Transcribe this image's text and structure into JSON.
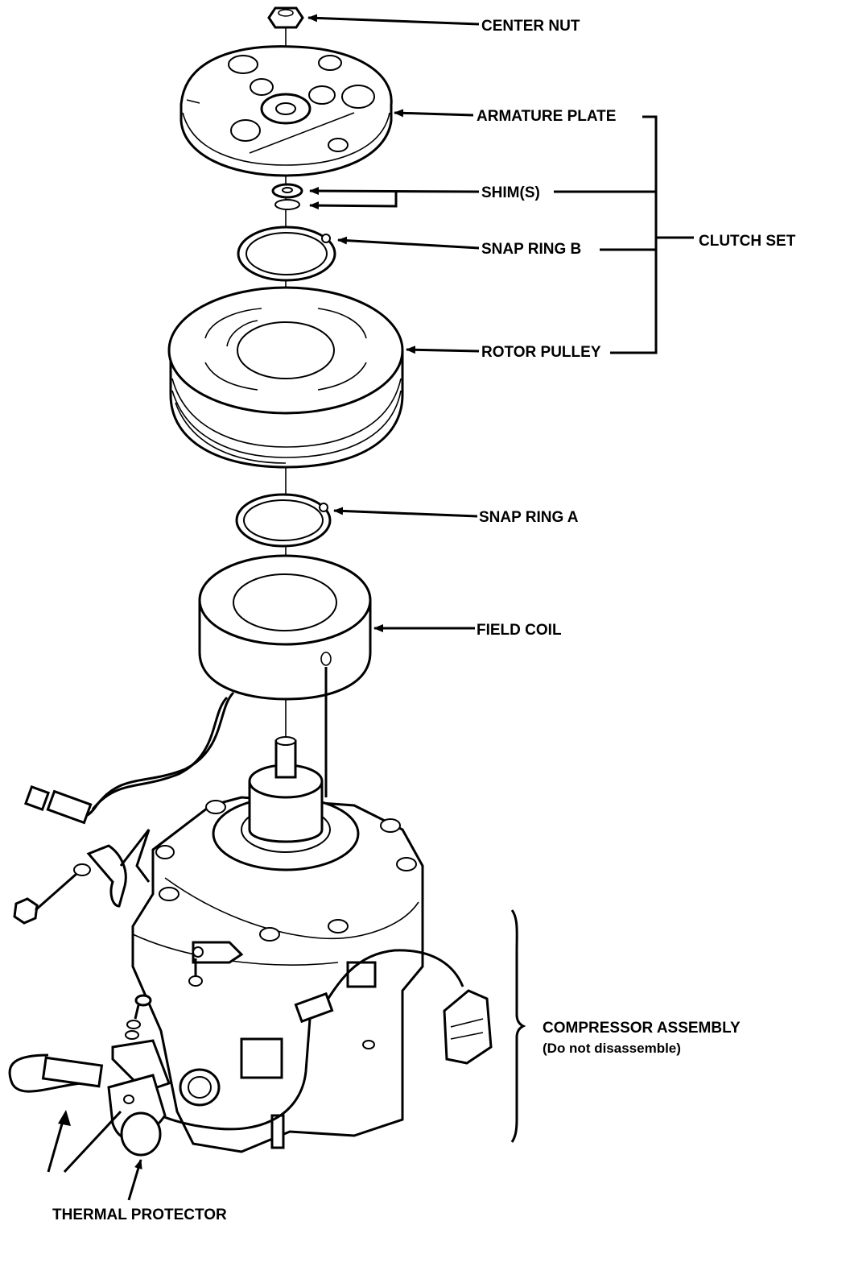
{
  "labels": {
    "center_nut": "CENTER NUT",
    "armature_plate": "ARMATURE PLATE",
    "shims": "SHIM(S)",
    "snap_ring_b": "SNAP RING B",
    "clutch_set": "CLUTCH SET",
    "rotor_pulley": "ROTOR PULLEY",
    "snap_ring_a": "SNAP RING A",
    "field_coil": "FIELD COIL",
    "compressor_assembly": "COMPRESSOR ASSEMBLY",
    "compressor_note": "(Do not disassemble)",
    "thermal_protector": "THERMAL PROTECTOR"
  }
}
